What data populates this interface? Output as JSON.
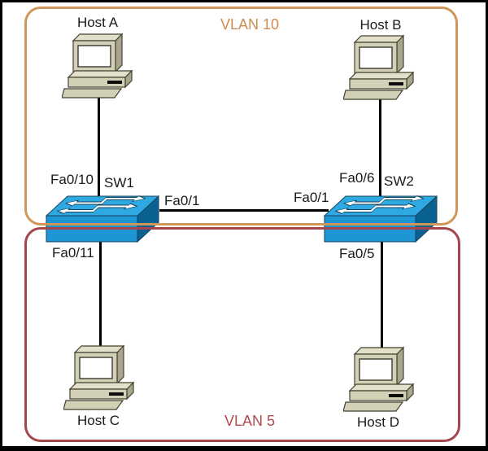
{
  "labels": {
    "vlan10": "VLAN 10",
    "vlan5": "VLAN 5",
    "host_a": "Host A",
    "host_b": "Host B",
    "host_c": "Host C",
    "host_d": "Host D",
    "sw1": "SW1",
    "sw2": "SW2",
    "sw1_host_port": "Fa0/10",
    "sw1_trunk_port": "Fa0/1",
    "sw2_trunk_port": "Fa0/1",
    "sw2_host_port": "Fa0/6",
    "sw1_vlan5_port": "Fa0/11",
    "sw2_vlan5_port": "Fa0/5"
  },
  "topology": {
    "vlans": [
      {
        "name": "VLAN 10",
        "members": [
          "Host A",
          "Host B"
        ]
      },
      {
        "name": "VLAN 5",
        "members": [
          "Host C",
          "Host D"
        ]
      }
    ],
    "links": [
      {
        "from": "Host A",
        "to": "SW1",
        "port": "Fa0/10"
      },
      {
        "from": "Host B",
        "to": "SW2",
        "port": "Fa0/6"
      },
      {
        "from": "SW1",
        "to": "SW2",
        "from_port": "Fa0/1",
        "to_port": "Fa0/1"
      },
      {
        "from": "Host C",
        "to": "SW1",
        "port": "Fa0/11"
      },
      {
        "from": "Host D",
        "to": "SW2",
        "port": "Fa0/5"
      }
    ]
  },
  "colors": {
    "vlan10_border": "#cf9659",
    "vlan10_text": "#cd8a50",
    "vlan5_border": "#a4464b",
    "vlan5_text": "#b24a4e",
    "switch_top": "#2ea9e1",
    "switch_front": "#1e96d5",
    "switch_side": "#0a6292",
    "host_front": "#d3d0b8",
    "host_side": "#a9a68e",
    "line_color": "#000000",
    "label_color": "#1a1a1a"
  }
}
